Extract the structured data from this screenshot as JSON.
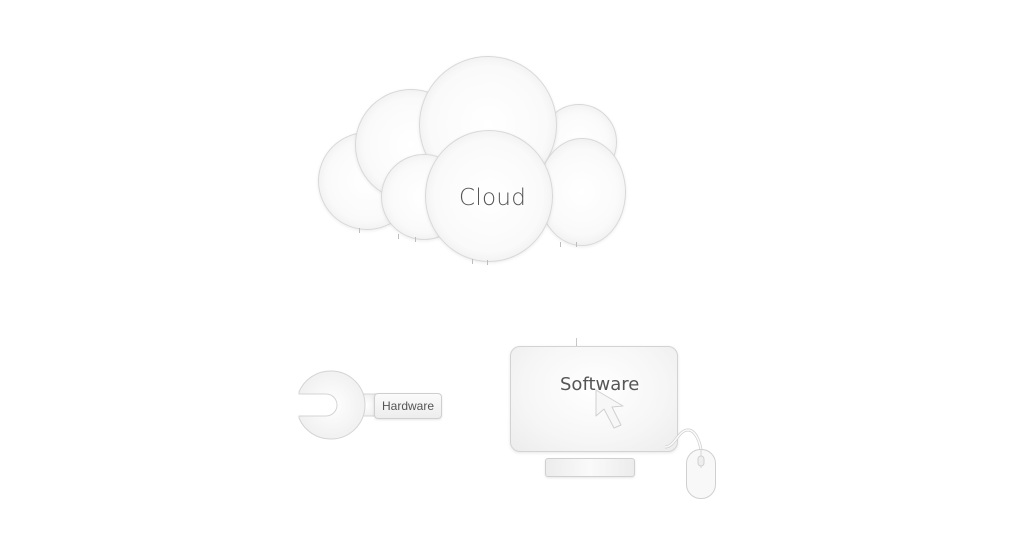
{
  "diagram": {
    "cloud": {
      "label": "Cloud"
    },
    "hardware": {
      "label": "Hardware",
      "icon": "wrench-icon"
    },
    "software": {
      "label": "Software",
      "icons": [
        "monitor-icon",
        "cursor-icon",
        "mouse-icon"
      ]
    }
  }
}
